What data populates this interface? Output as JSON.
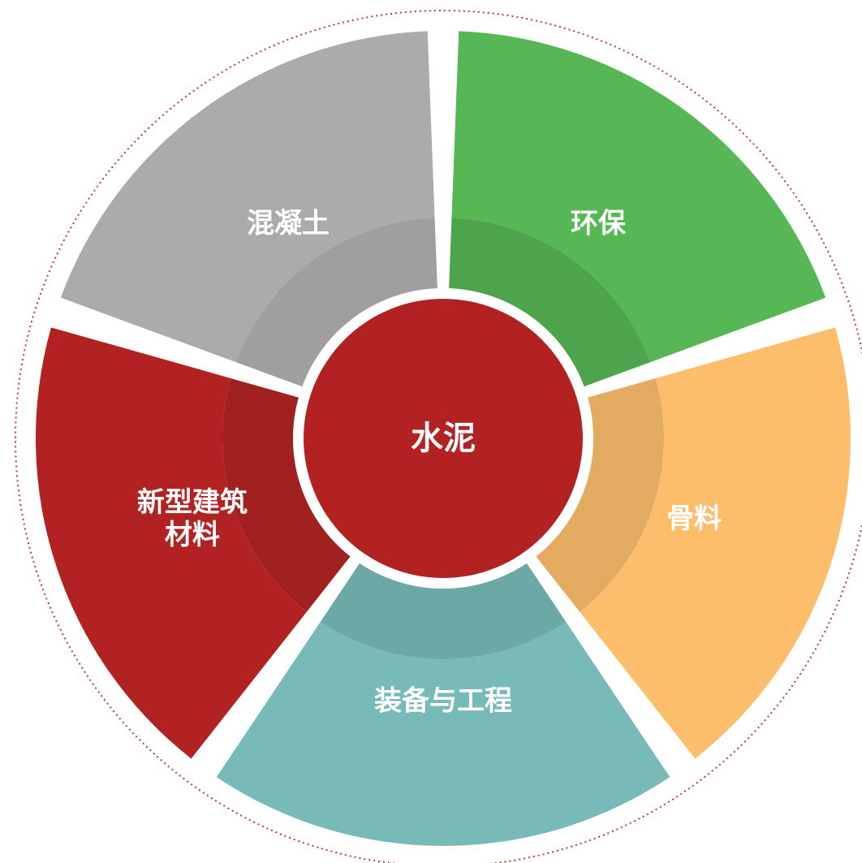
{
  "center": {
    "label": "水泥",
    "color": "#b22222"
  },
  "segments": [
    {
      "id": "concrete",
      "label_lines": [
        "混凝土"
      ],
      "color": "#acaaab",
      "inner_color": "#a09e9f"
    },
    {
      "id": "environment",
      "label_lines": [
        "环保"
      ],
      "color": "#56b754",
      "inner_color": "#4da44d"
    },
    {
      "id": "aggregate",
      "label_lines": [
        "骨料"
      ],
      "color": "#fdbe6c",
      "inner_color": "#e3aa61"
    },
    {
      "id": "equipment",
      "label_lines": [
        "装备与工程"
      ],
      "color": "#78bab7",
      "inner_color": "#6ca8a6"
    },
    {
      "id": "new-materials",
      "label_lines": [
        "新型建筑",
        "材料"
      ],
      "color": "#b22222",
      "inner_color": "#a0211f"
    }
  ],
  "outer_ring": {
    "style": "dotted",
    "color": "#c0392b"
  }
}
